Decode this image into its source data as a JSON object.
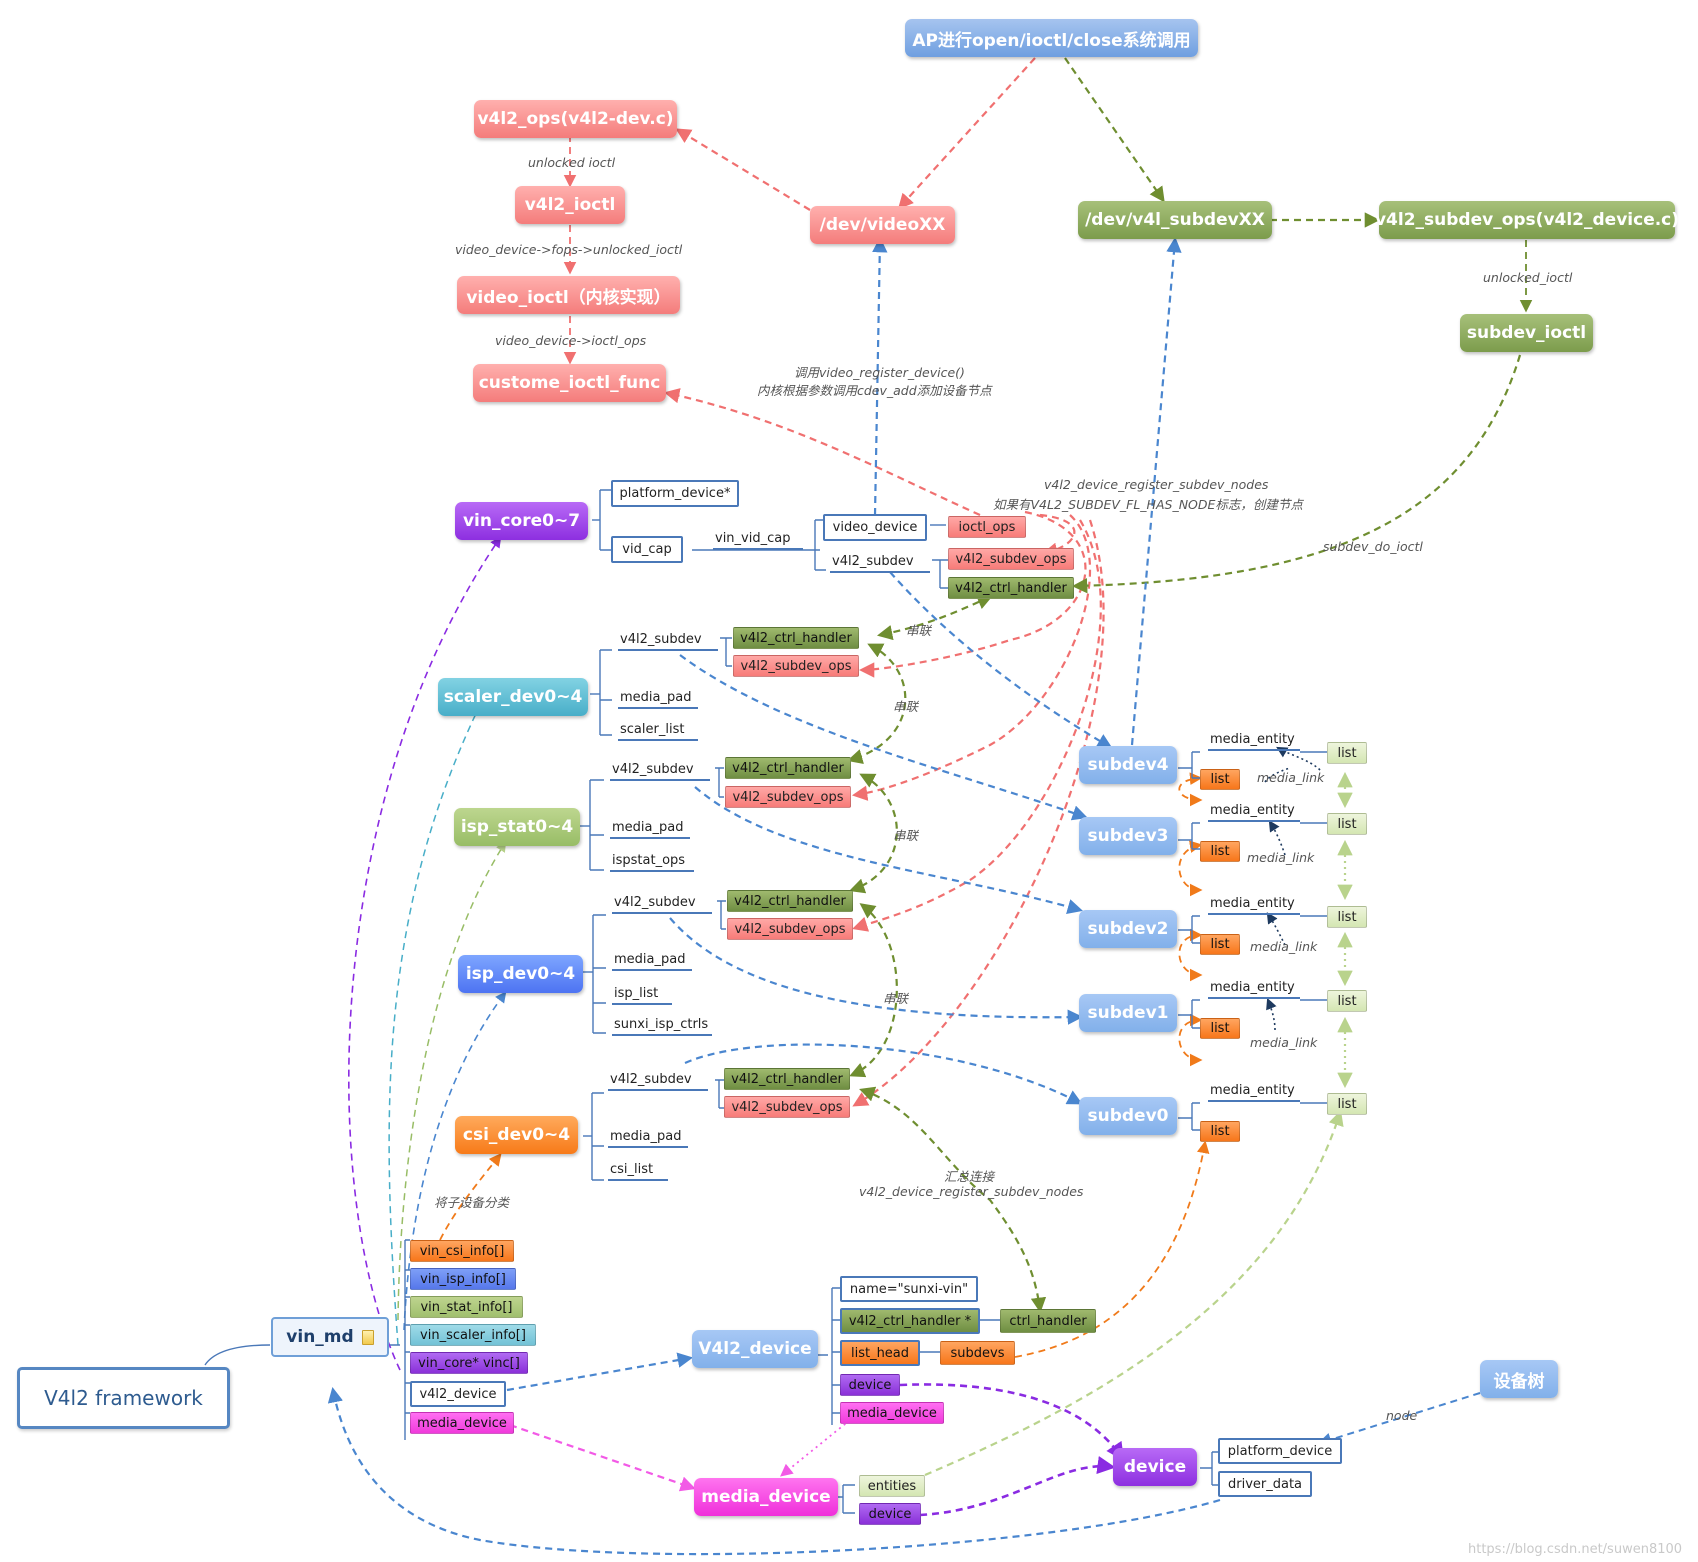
{
  "root": "V4l2 framework",
  "vin_md": "vin_md",
  "top": {
    "ap": "AP进行open/ioctl/close系统调用",
    "v4l2_ops": "v4l2_ops(v4l2-dev.c)",
    "v4l2_ioctl": "v4l2_ioctl",
    "video_ioctl": "video_ioctl（内核实现）",
    "custome": "custome_ioctl_func",
    "dev_video": "/dev/videoXX",
    "dev_subdev": "/dev/v4l_subdevXX",
    "subdev_ops": "v4l2_subdev_ops(v4l2_device.c)",
    "subdev_ioctl": "subdev_ioctl"
  },
  "labels": {
    "unlocked1": "unlocked ioctl",
    "fops": "video_device->fops->unlocked_ioctl",
    "ioctl_ops": "video_device->ioctl_ops",
    "unlocked2": "unlocked_ioctl",
    "reg1": "调用video_register_device()",
    "reg2": "内核根据参数调用cdev_add添加设备节点",
    "subnodes1": "v4l2_device_register_subdev_nodes",
    "subnodes2": "如果有V4L2_SUBDEV_FL_HAS_NODE标志，创建节点",
    "do_ioctl": "subdev_do_ioctl",
    "chuanlian": "串联",
    "classify": "将子设备分类",
    "summary1": "汇总连接",
    "summary2": "v4l2_device_register_subdev_nodes",
    "media_link": "media_link",
    "node": "node",
    "watermark": "https://blog.csdn.net/suwen8100"
  },
  "modules": {
    "vin_core": "vin_core0~7",
    "scaler": "scaler_dev0~4",
    "isp_stat": "isp_stat0~4",
    "isp_dev": "isp_dev0~4",
    "csi": "csi_dev0~4"
  },
  "fields": {
    "platform_device_ptr": "platform_device*",
    "vid_cap": "vid_cap",
    "vin_vid_cap": "vin_vid_cap",
    "video_device": "video_device",
    "v4l2_subdev": "v4l2_subdev",
    "ioctl_ops": "ioctl_ops",
    "v4l2_subdev_ops": "v4l2_subdev_ops",
    "v4l2_ctrl_handler": "v4l2_ctrl_handler",
    "media_pad": "media_pad",
    "scaler_list": "scaler_list",
    "ispstat_ops": "ispstat_ops",
    "isp_list": "isp_list",
    "sunxi_isp_ctrls": "sunxi_isp_ctrls",
    "csi_list": "csi_list",
    "media_entity": "media_entity",
    "list": "list"
  },
  "subdevs": [
    "subdev4",
    "subdev3",
    "subdev2",
    "subdev1",
    "subdev0"
  ],
  "vin_md_items": [
    "vin_csi_info[]",
    "vin_isp_info[]",
    "vin_stat_info[]",
    "vin_scaler_info[]",
    "vin_core* vinc[]",
    "v4l2_device",
    "media_device"
  ],
  "v4l2dev": {
    "title": "V4l2_device",
    "name": "name=\"sunxi-vin\"",
    "ctrl_handler_ptr": "v4l2_ctrl_handler *",
    "ctrl_handler": "ctrl_handler",
    "list_head": "list_head",
    "subdevs": "subdevs",
    "device": "device",
    "media_device": "media_device"
  },
  "media": {
    "title": "media_device",
    "entities": "entities",
    "device": "device"
  },
  "device": {
    "title": "device",
    "platform_device": "platform_device",
    "driver_data": "driver_data"
  },
  "dts": "设备树",
  "colors": {
    "pink": "#f47c7b",
    "olive": "#6f8e42",
    "blue": "#4a86cf",
    "purple": "#8a2be2",
    "orange": "#f07a1a",
    "magenta": "#f25ae6",
    "lightgreen": "#b9d38c"
  }
}
